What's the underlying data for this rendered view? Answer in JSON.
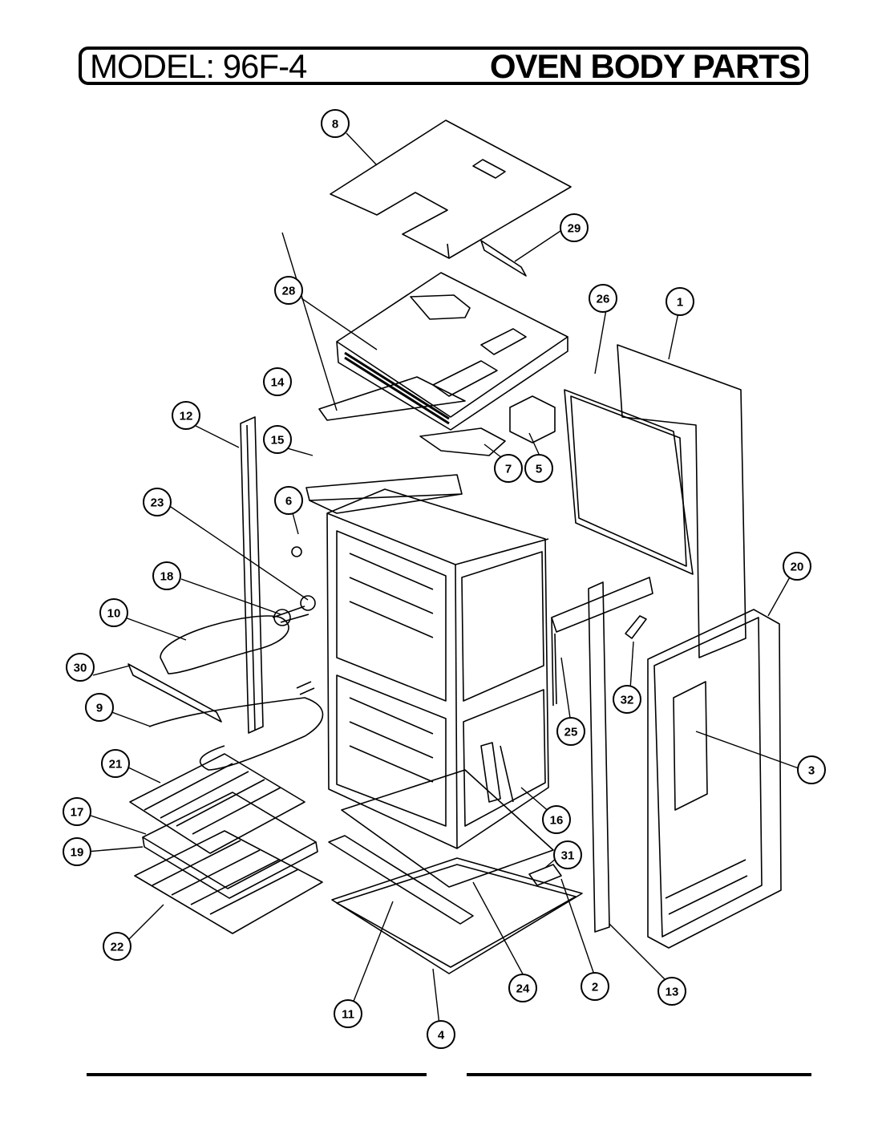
{
  "header": {
    "model_label": "MODEL: 96F-4",
    "section_label": "OVEN BODY PARTS"
  },
  "callouts": [
    {
      "label": "1"
    },
    {
      "label": "2"
    },
    {
      "label": "3"
    },
    {
      "label": "4"
    },
    {
      "label": "5"
    },
    {
      "label": "6"
    },
    {
      "label": "7"
    },
    {
      "label": "8"
    },
    {
      "label": "9"
    },
    {
      "label": "10"
    },
    {
      "label": "11"
    },
    {
      "label": "12"
    },
    {
      "label": "13"
    },
    {
      "label": "14"
    },
    {
      "label": "15"
    },
    {
      "label": "16"
    },
    {
      "label": "17"
    },
    {
      "label": "18"
    },
    {
      "label": "19"
    },
    {
      "label": "20"
    },
    {
      "label": "21"
    },
    {
      "label": "22"
    },
    {
      "label": "23"
    },
    {
      "label": "24"
    },
    {
      "label": "25"
    },
    {
      "label": "26"
    },
    {
      "label": "28"
    },
    {
      "label": "29"
    },
    {
      "label": "30"
    },
    {
      "label": "31"
    },
    {
      "label": "32"
    }
  ]
}
